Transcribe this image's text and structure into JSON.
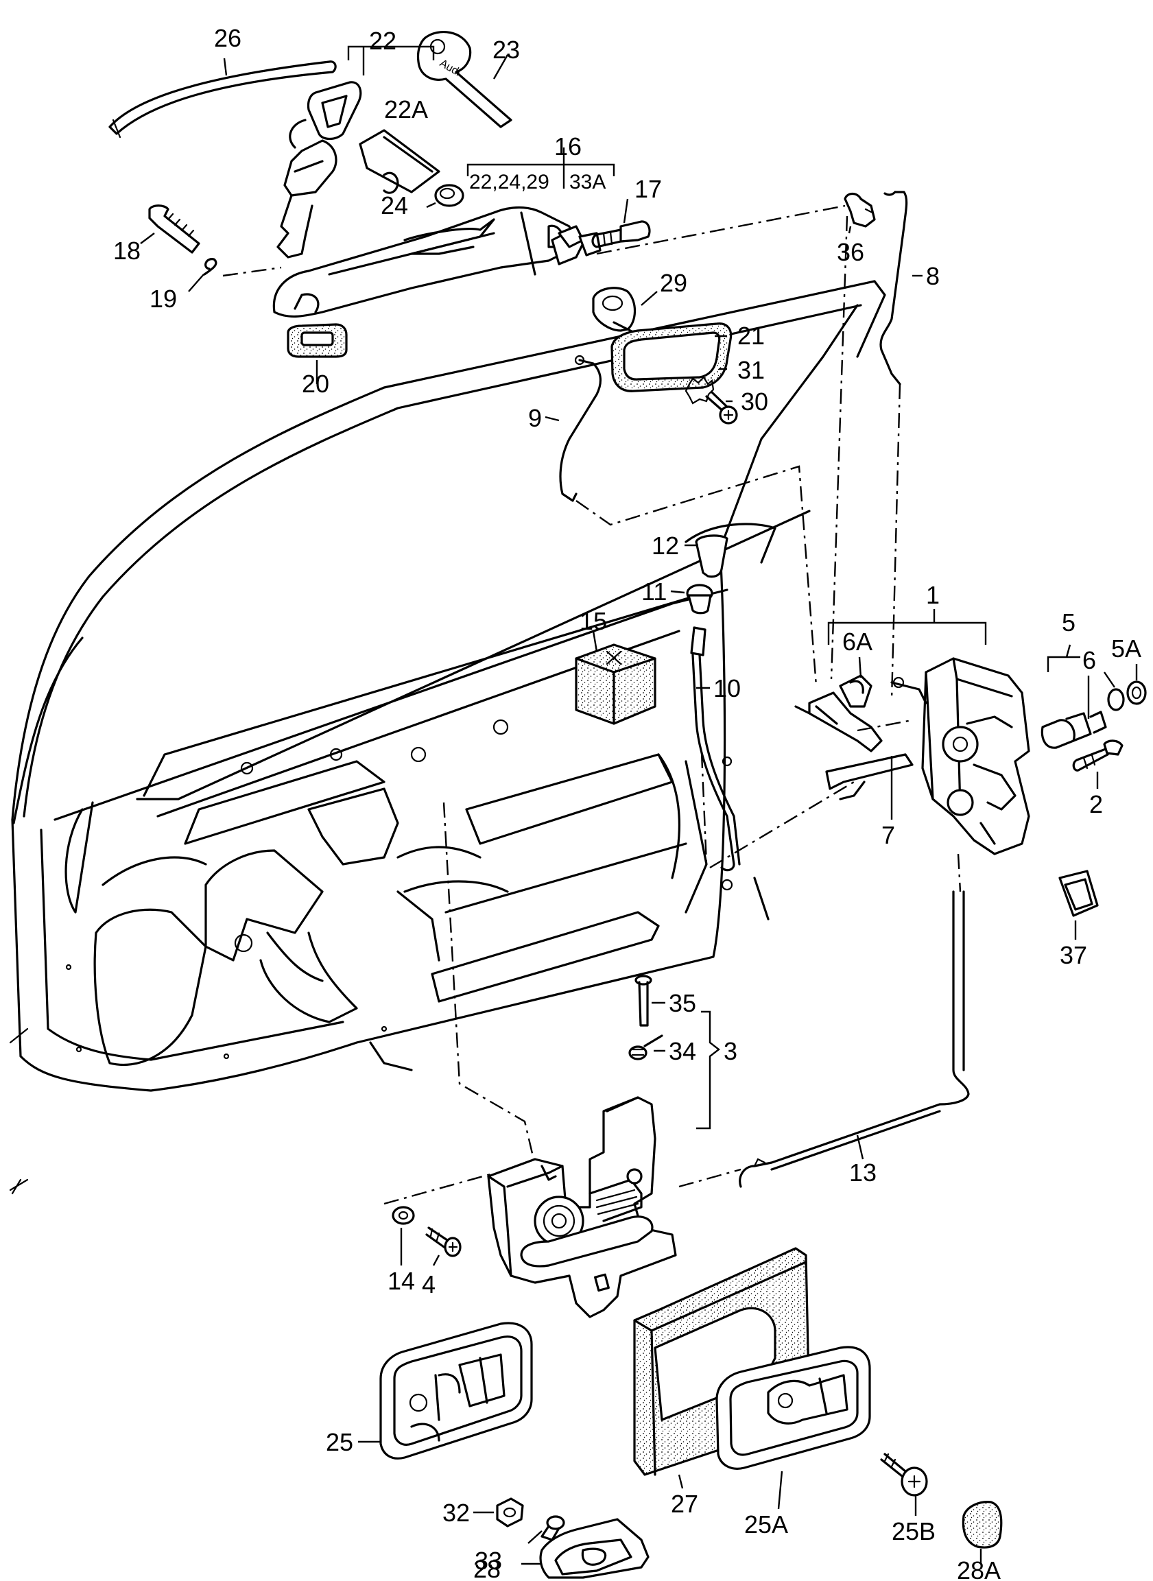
{
  "diagram": {
    "labels": {
      "p1": "1",
      "p2": "2",
      "p3": "3",
      "p4": "4",
      "p5": "5",
      "p5A": "5A",
      "p6": "6",
      "p6A": "6A",
      "p7": "7",
      "p8": "8",
      "p9": "9",
      "p10": "10",
      "p11": "11",
      "p12": "12",
      "p13": "13",
      "p14": "14",
      "p15": "15",
      "p16": "16",
      "p16_sub_left": "22,24,29",
      "p16_sub_right": "33A",
      "p17": "17",
      "p18": "18",
      "p19": "19",
      "p20": "20",
      "p21": "21",
      "p22": "22",
      "p22A": "22A",
      "p23": "23",
      "p24": "24",
      "p25": "25",
      "p25A": "25A",
      "p25B": "25B",
      "p26": "26",
      "p27": "27",
      "p28": "28",
      "p28A": "28A",
      "p29": "29",
      "p30": "30",
      "p31": "31",
      "p32": "32",
      "p33": "33",
      "p34": "34",
      "p35": "35",
      "p36": "36",
      "p37": "37"
    },
    "key_logo_text": "Audi"
  }
}
